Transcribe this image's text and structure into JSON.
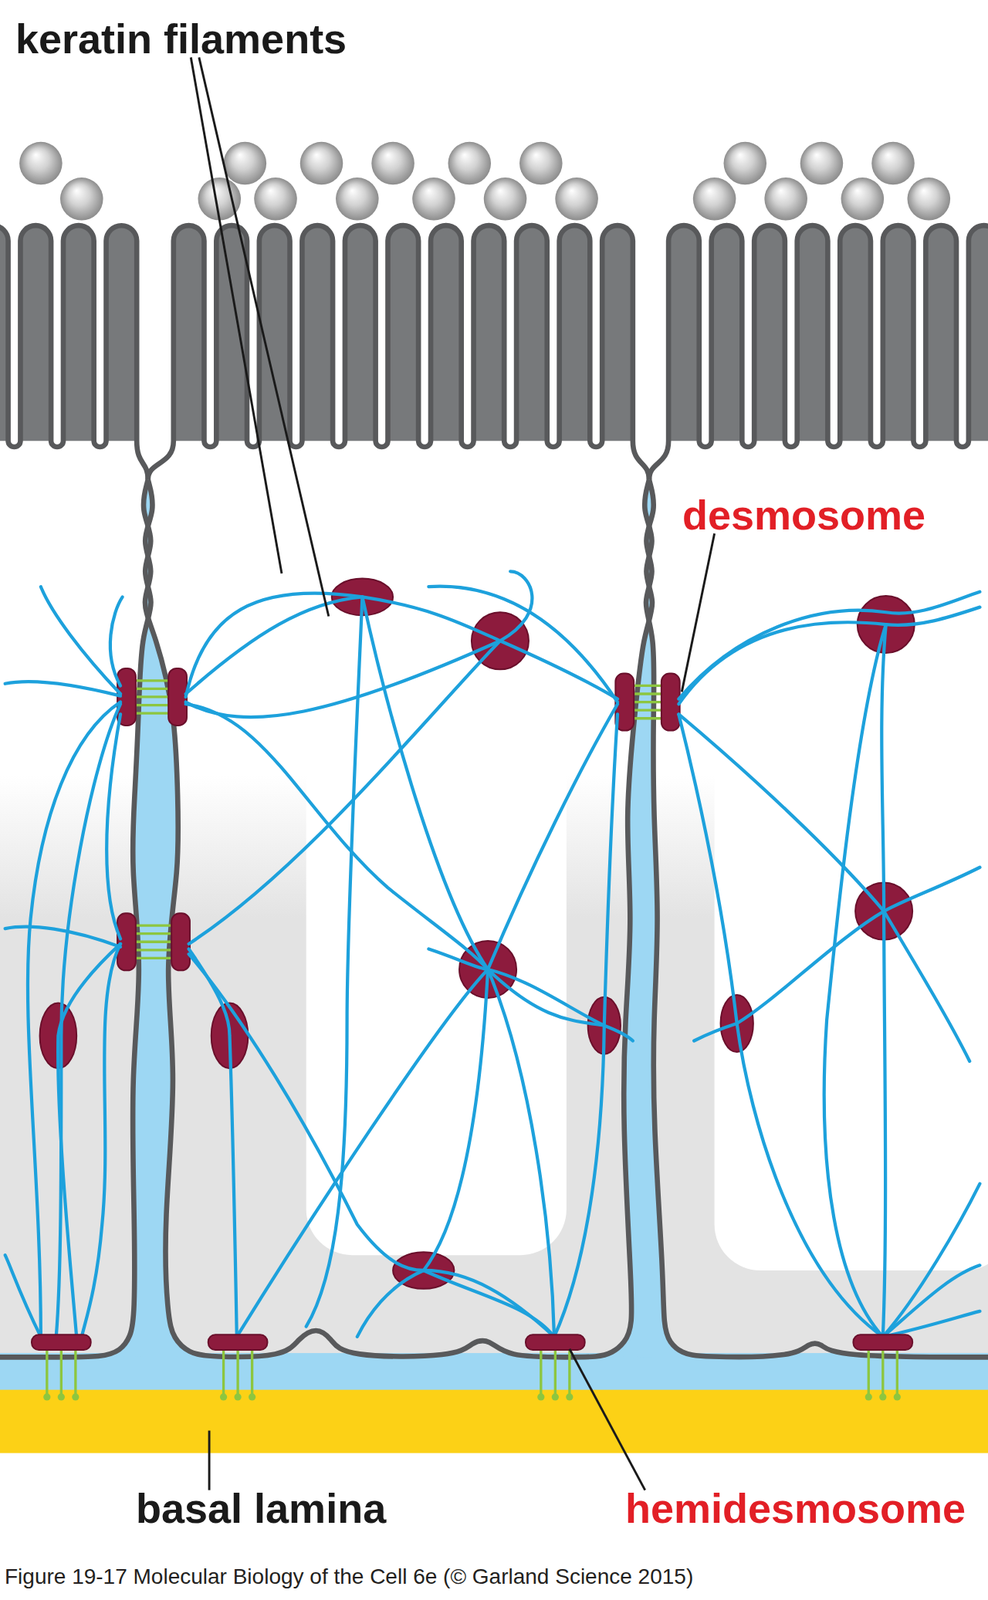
{
  "diagram": {
    "caption": "Figure 19-17 Molecular Biology of the Cell 6e (© Garland Science 2015)",
    "labels": [
      "keratin filaments",
      "desmosome",
      "basal lamina",
      "hemidesmosome"
    ]
  }
}
